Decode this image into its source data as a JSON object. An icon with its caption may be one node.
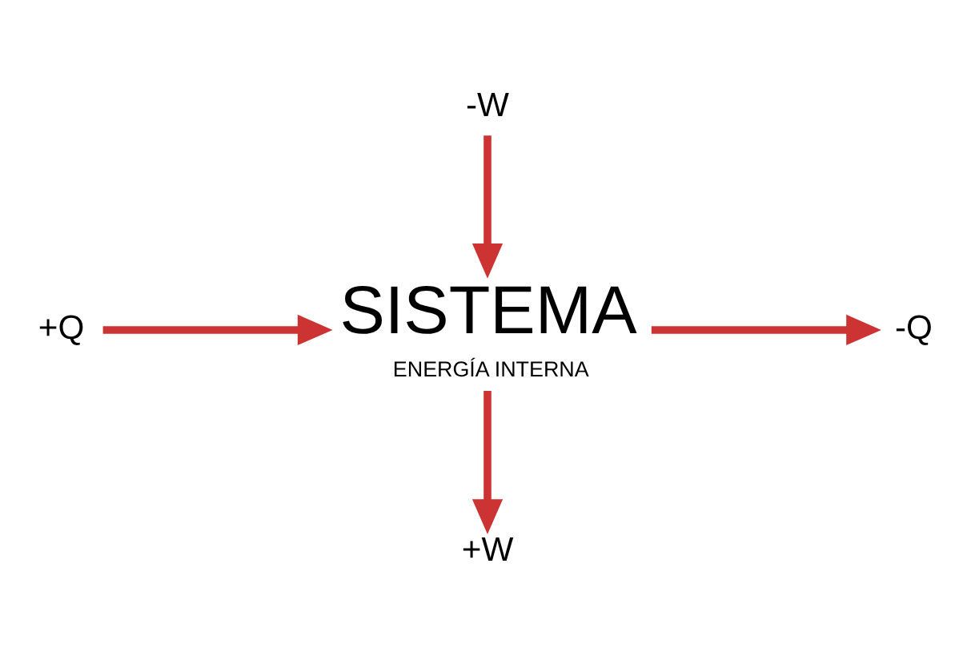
{
  "diagram": {
    "nodes": [
      {
        "text": [
          "-W"
        ]
      },
      {
        "text": [
          "+Q"
        ]
      },
      {
        "text": [
          "SISTEMA",
          "ENERGÍA INTERNA"
        ]
      },
      {
        "text": [
          "-Q"
        ]
      },
      {
        "text": [
          "+W"
        ]
      }
    ],
    "edges": [
      {
        "from": 0,
        "to": 2,
        "arrow": "to"
      },
      {
        "from": 1,
        "to": 2,
        "arrow": "to"
      },
      {
        "from": 2,
        "to": 3,
        "arrow": "to"
      },
      {
        "from": 2,
        "to": 4,
        "arrow": "to"
      }
    ]
  }
}
